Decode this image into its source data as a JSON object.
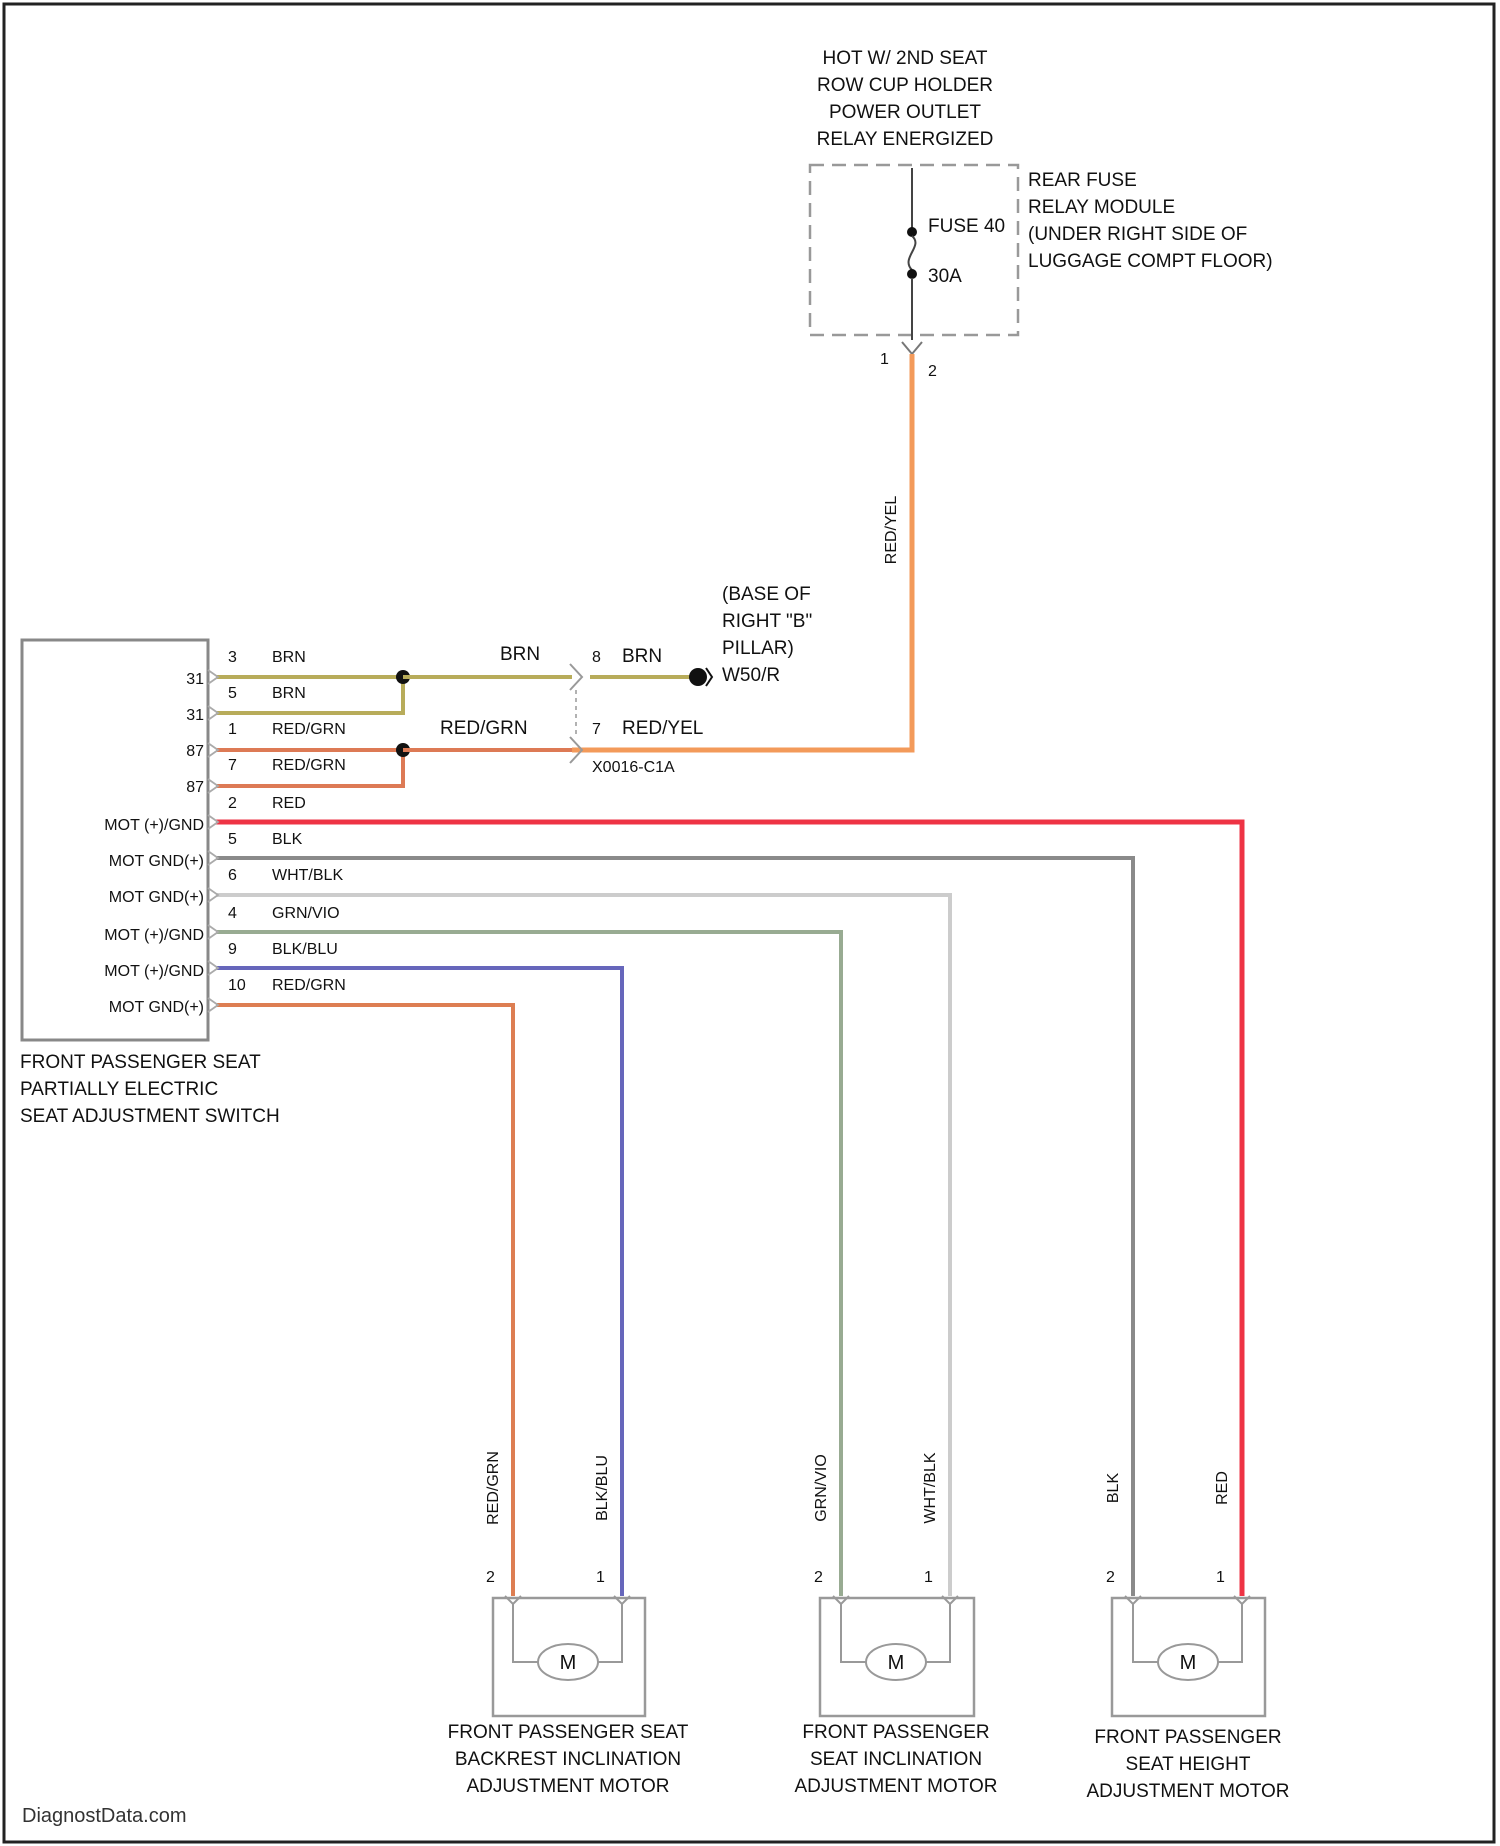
{
  "fuse_box": {
    "hot_label": [
      "HOT W/ 2ND SEAT",
      "ROW CUP HOLDER",
      "POWER OUTLET",
      "RELAY ENERGIZED"
    ],
    "location": [
      "REAR FUSE",
      "RELAY MODULE",
      "(UNDER RIGHT SIDE OF",
      "LUGGAGE COMPT FLOOR)"
    ],
    "fuse_name": "FUSE 40",
    "fuse_rating": "30A",
    "pin_left": "1",
    "pin_right": "2"
  },
  "ground": {
    "label": [
      "(BASE OF",
      "RIGHT \"B\"",
      "PILLAR)",
      "W50/R"
    ]
  },
  "connector": {
    "name": "X0016-C1A",
    "pin_brn": "8",
    "pin_red_yel": "7"
  },
  "switch": {
    "title": [
      "FRONT PASSENGER SEAT",
      "PARTIALLY ELECTRIC",
      "SEAT ADJUSTMENT SWITCH"
    ],
    "terminals": [
      "31",
      "31",
      "87",
      "87",
      "MOT (+)/GND",
      "MOT GND(+)",
      "MOT GND(+)",
      "MOT (+)/GND",
      "MOT (+)/GND",
      "MOT GND(+)"
    ],
    "pins": [
      "3",
      "5",
      "1",
      "7",
      "2",
      "5",
      "6",
      "4",
      "9",
      "10"
    ],
    "wire_labels": [
      "BRN",
      "BRN",
      "RED/GRN",
      "RED/GRN",
      "RED",
      "BLK",
      "WHT/BLK",
      "GRN/VIO",
      "BLK/BLU",
      "RED/GRN"
    ]
  },
  "wires": {
    "brn_mid": "BRN",
    "brn_right": "BRN",
    "red_grn_mid": "RED/GRN",
    "red_yel_right": "RED/YEL",
    "red_yel_vertical": "RED/YEL"
  },
  "motors": [
    {
      "title": [
        "FRONT PASSENGER SEAT",
        "BACKREST INCLINATION",
        "ADJUSTMENT MOTOR"
      ],
      "left_wire": "RED/GRN",
      "right_wire": "BLK/BLU",
      "left_pin": "2",
      "right_pin": "1",
      "symbol": "M"
    },
    {
      "title": [
        "FRONT PASSENGER",
        "SEAT INCLINATION",
        "ADJUSTMENT MOTOR"
      ],
      "left_wire": "GRN/VIO",
      "right_wire": "WHT/BLK",
      "left_pin": "2",
      "right_pin": "1",
      "symbol": "M"
    },
    {
      "title": [
        "FRONT PASSENGER",
        "SEAT HEIGHT",
        "ADJUSTMENT MOTOR"
      ],
      "left_wire": "BLK",
      "right_wire": "RED",
      "left_pin": "2",
      "right_pin": "1",
      "symbol": "M"
    }
  ],
  "colors": {
    "brn": "#b8ac5a",
    "red_grn": "#dd7a55",
    "red_yel": "#f39a5a",
    "red": "#ee3344",
    "blk": "#8a8a8a",
    "wht_blk": "#cccccc",
    "grn_vio": "#98ab92",
    "blk_blu": "#6666bb",
    "orange_grn": "#dd7e52"
  },
  "footer": "DiagnostData.com"
}
